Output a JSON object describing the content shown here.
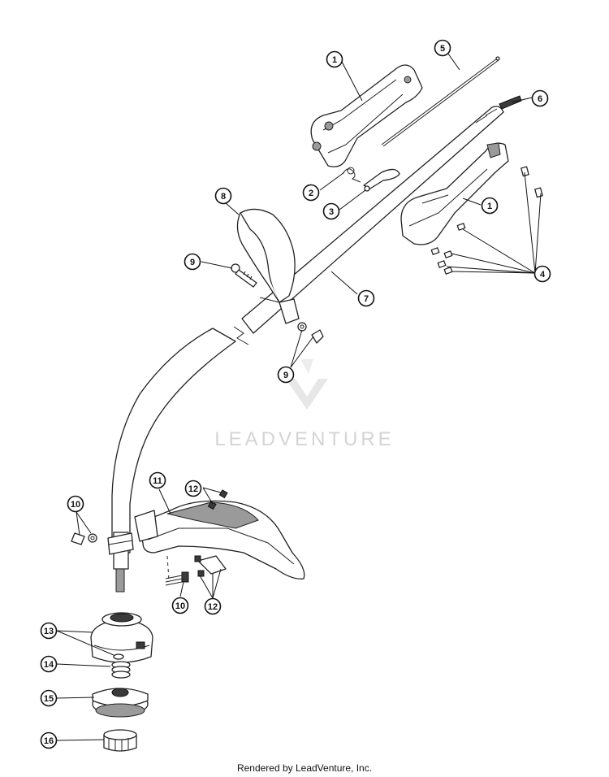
{
  "watermark": {
    "text": "LEADVENTURE"
  },
  "footer": {
    "text": "Rendered by LeadVenture, Inc."
  },
  "callouts": [
    {
      "id": "callout-1a",
      "label": "1"
    },
    {
      "id": "callout-5",
      "label": "5"
    },
    {
      "id": "callout-6",
      "label": "6"
    },
    {
      "id": "callout-2",
      "label": "2"
    },
    {
      "id": "callout-3",
      "label": "3"
    },
    {
      "id": "callout-1b",
      "label": "1"
    },
    {
      "id": "callout-8",
      "label": "8"
    },
    {
      "id": "callout-4",
      "label": "4"
    },
    {
      "id": "callout-9a",
      "label": "9"
    },
    {
      "id": "callout-7",
      "label": "7"
    },
    {
      "id": "callout-9b",
      "label": "9"
    },
    {
      "id": "callout-11",
      "label": "11"
    },
    {
      "id": "callout-12a",
      "label": "12"
    },
    {
      "id": "callout-10a",
      "label": "10"
    },
    {
      "id": "callout-10b",
      "label": "10"
    },
    {
      "id": "callout-12b",
      "label": "12"
    },
    {
      "id": "callout-13",
      "label": "13"
    },
    {
      "id": "callout-14",
      "label": "14"
    },
    {
      "id": "callout-15",
      "label": "15"
    },
    {
      "id": "callout-16",
      "label": "16"
    }
  ]
}
